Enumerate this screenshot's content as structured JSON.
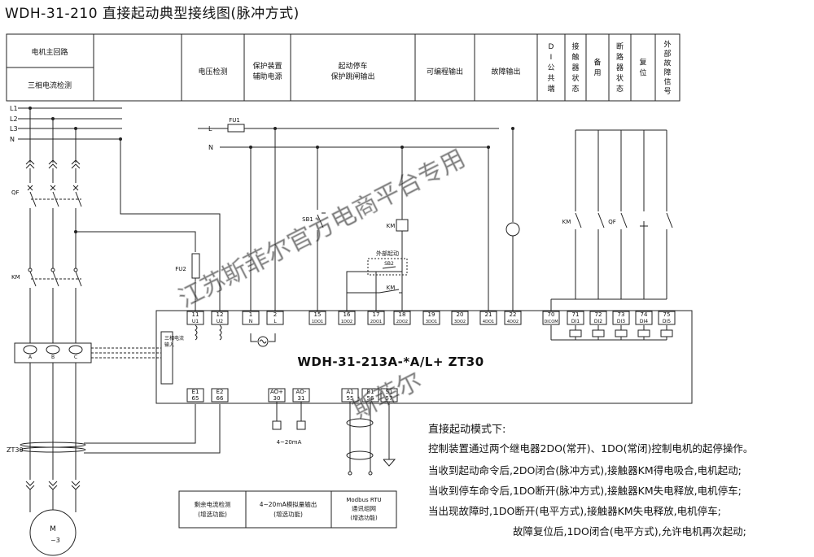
{
  "title": "WDH-31-210 直接起动典型接线图(脉冲方式)",
  "header": {
    "left_top": "电机主回路",
    "left_bottom": "三相电流检测",
    "cols": [
      {
        "l1": "电压检测",
        "l2": ""
      },
      {
        "l1": "保护装置",
        "l2": "辅助电源"
      },
      {
        "l1": "起动停车",
        "l2": "保护跳闸输出"
      },
      {
        "l1": "可编程输出",
        "l2": ""
      },
      {
        "l1": "故障输出",
        "l2": ""
      }
    ],
    "vcols": [
      "DI公共端",
      "接触器状态",
      "备用",
      "断路器状态",
      "复位",
      "外部故障信号"
    ]
  },
  "lines": {
    "L1": "L1",
    "L2": "L2",
    "L3": "L3",
    "N": "N",
    "L": "L",
    "N2": "N"
  },
  "labels": {
    "qf": "QF",
    "km": "KM",
    "fu1": "FU1",
    "fu2": "FU2",
    "zt30": "ZT30",
    "sb1": "SB1",
    "km_coil": "KM",
    "ext_start": "外部起动",
    "sb2": "SB2",
    "km_contact": "KM",
    "di_km": "KM",
    "di_qf": "QF",
    "ma": "4~20mA",
    "motor": "M",
    "motor_sub": "~3",
    "ct_a": "A",
    "ct_b": "B",
    "ct_c": "C",
    "ct_input_1": "三相电流",
    "ct_input_2": "输入"
  },
  "model": "WDH-31-213A-*A/L+ ZT30",
  "terminals_top": [
    {
      "n": "11",
      "s": "U1"
    },
    {
      "n": "12",
      "s": "U2"
    },
    {
      "n": "1",
      "s": "N"
    },
    {
      "n": "2",
      "s": "L"
    },
    {
      "n": "15",
      "s": "1DO1"
    },
    {
      "n": "16",
      "s": "1DO2"
    },
    {
      "n": "17",
      "s": "2DO1"
    },
    {
      "n": "18",
      "s": "2DO2"
    },
    {
      "n": "19",
      "s": "3DO1"
    },
    {
      "n": "20",
      "s": "3DO2"
    },
    {
      "n": "21",
      "s": "4DO1"
    },
    {
      "n": "22",
      "s": "4DO2"
    },
    {
      "n": "70",
      "s": "DICOM"
    },
    {
      "n": "71",
      "s": "DI1"
    },
    {
      "n": "72",
      "s": "DI2"
    },
    {
      "n": "73",
      "s": "DI3"
    },
    {
      "n": "74",
      "s": "DI4"
    },
    {
      "n": "75",
      "s": "DI5"
    }
  ],
  "terminals_bottom": [
    {
      "n": "65",
      "s": "E1"
    },
    {
      "n": "66",
      "s": "E2"
    },
    {
      "n": "30",
      "s": "AO+"
    },
    {
      "n": "31",
      "s": "AO-"
    },
    {
      "n": "55",
      "s": "A1"
    },
    {
      "n": "56",
      "s": "B1"
    },
    {
      "n": "57",
      "s": "S1"
    }
  ],
  "bottom_boxes": [
    {
      "l1": "剩余电流检测",
      "l2": "(增选功能)"
    },
    {
      "l1": "4~20mA模拟量输出",
      "l2": "(增选功能)"
    },
    {
      "l1": "Modbus RTU",
      "l2": "通讯组网",
      "l3": "(增选功能)"
    }
  ],
  "notes": [
    "直接起动模式下:",
    "控制装置通过两个继电器2DO(常开)、1DO(常闭)控制电机的起停操作。",
    "当收到起动命令后,2DO闭合(脉冲方式),接触器KM得电吸合,电机起动;",
    "当收到停车命令后,1DO断开(脉冲方式),接触器KM失电释放,电机停车;",
    "当出现故障时,1DO断开(电平方式),接触器KM失电释放,电机停车;",
    "故障复位后,1DO闭合(电平方式),允许电机再次起动;"
  ],
  "watermarks": [
    "江苏斯菲尔官方电商平台专用",
    "斯菲尔"
  ]
}
